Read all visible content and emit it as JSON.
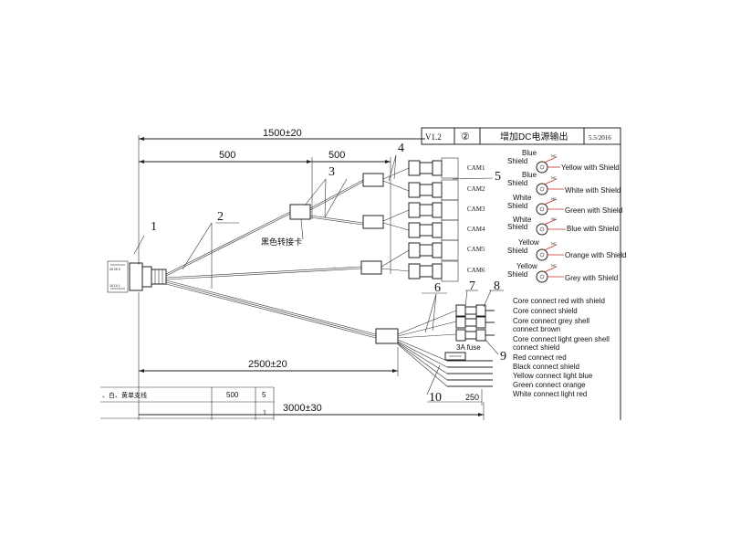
{
  "dimensions": {
    "overall": "1500±20",
    "seg_500_left": "500",
    "seg_500_right": "500",
    "bottom_2500": "2500±20",
    "bottom_3000": "3000±30",
    "fuse_250": "250"
  },
  "part_numbers": [
    "1",
    "2",
    "3",
    "4",
    "5",
    "6",
    "7",
    "8",
    "9",
    "10"
  ],
  "adapter_label": "黑色转接卡",
  "cameras": [
    "CAM1",
    "CAM2",
    "CAM3",
    "CAM4",
    "CAM5",
    "CAM6"
  ],
  "revision": {
    "version": "V1.2",
    "mark": "②",
    "description": "增加DC电源输出",
    "date": "5.5/2016"
  },
  "shield_connectors": [
    {
      "left": "Blue",
      "left2": "Shield",
      "right": "Yellow with Shield",
      "nc": "NC"
    },
    {
      "left": "Blue",
      "left2": "Shield",
      "right": "White with Shield",
      "nc": "NC"
    },
    {
      "left": "White",
      "left2": "Shield",
      "right": "Green with Shield",
      "nc": "NC"
    },
    {
      "left": "White",
      "left2": "Shield",
      "right": "Blue with Shield",
      "nc": "NC"
    },
    {
      "left": "Yellow",
      "left2": "Shield",
      "right": "Orange with Shield",
      "nc": "NC"
    },
    {
      "left": "Yellow",
      "left2": "Shield",
      "right": "Grey with Shield",
      "nc": "NC"
    }
  ],
  "rca_notes": [
    "Core connect red with shield",
    "Core connect shield",
    "Core connect grey shell",
    "connect brown",
    "Core connect light green shell",
    "connect shield"
  ],
  "fuse_label": "3A fuse",
  "power_notes": [
    "Red connect red",
    "Black connect shield",
    "Yellow connect light blue",
    "Green connect orange",
    "White connect light red"
  ],
  "bom_row": {
    "desc": "、白、黄单支线",
    "qty_len": "500",
    "num": "5"
  },
  "bom_row2": {
    "num": "1"
  },
  "connector_pins": {
    "top": "26 25 9",
    "bottom": "18 19 1"
  }
}
